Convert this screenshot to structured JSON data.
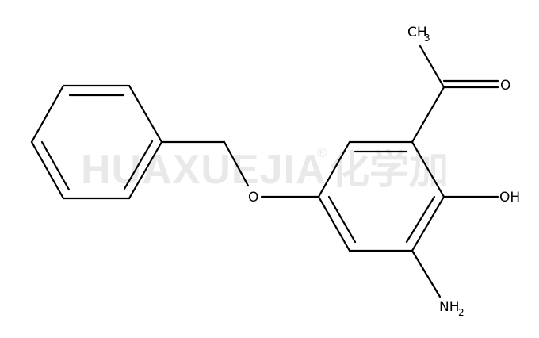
{
  "watermark": {
    "latin": "HUAXUEJIA",
    "registered": "®",
    "chinese": "化学加"
  },
  "labels": {
    "methyl": {
      "main": "CH",
      "sub": "3"
    },
    "carbonyl_oxygen": "O",
    "hydroxyl": "OH",
    "ether_oxygen": "O",
    "amine": {
      "main": "NH",
      "sub": "2"
    }
  }
}
